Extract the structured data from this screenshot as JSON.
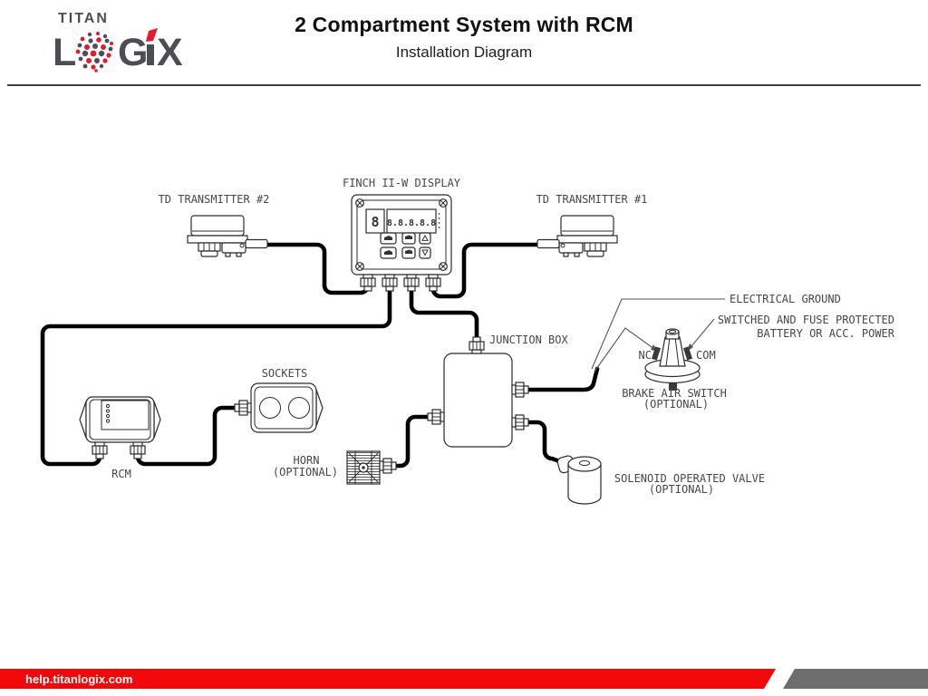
{
  "brand": {
    "line1": "TITAN",
    "logo_l": "L",
    "logo_g": "G",
    "logo_x": "X"
  },
  "header": {
    "title": "2 Compartment System with RCM",
    "subtitle": "Installation Diagram"
  },
  "footer": {
    "url": "help.titanlogix.com"
  },
  "display_unit": {
    "label": "FINCH II-W DISPLAY",
    "digits_left": "8",
    "digits_right": "8.8.8.8.8"
  },
  "devices": {
    "td2": "TD TRANSMITTER #2",
    "td1": "TD TRANSMITTER #1",
    "junction_box": "JUNCTION BOX",
    "rcm": "RCM",
    "sockets": "SOCKETS",
    "horn_line1": "HORN",
    "horn_line2": "(OPTIONAL)",
    "brake_line1": "BRAKE AIR SWITCH",
    "brake_line2": "(OPTIONAL)",
    "solenoid_line1": "SOLENOID OPERATED VALVE",
    "solenoid_line2": "(OPTIONAL)",
    "nc": "NC",
    "com": "COM",
    "ground": "ELECTRICAL GROUND",
    "power_line1": "SWITCHED AND FUSE PROTECTED",
    "power_line2": "BATTERY OR ACC. POWER"
  },
  "colors": {
    "brand_red": "#e8192c",
    "brand_gray": "#4b4f54",
    "footer_red": "#f20808",
    "footer_gray": "#6e6e6e",
    "cable": "#000000",
    "outline": "#2b2b2b",
    "label": "#474747"
  }
}
